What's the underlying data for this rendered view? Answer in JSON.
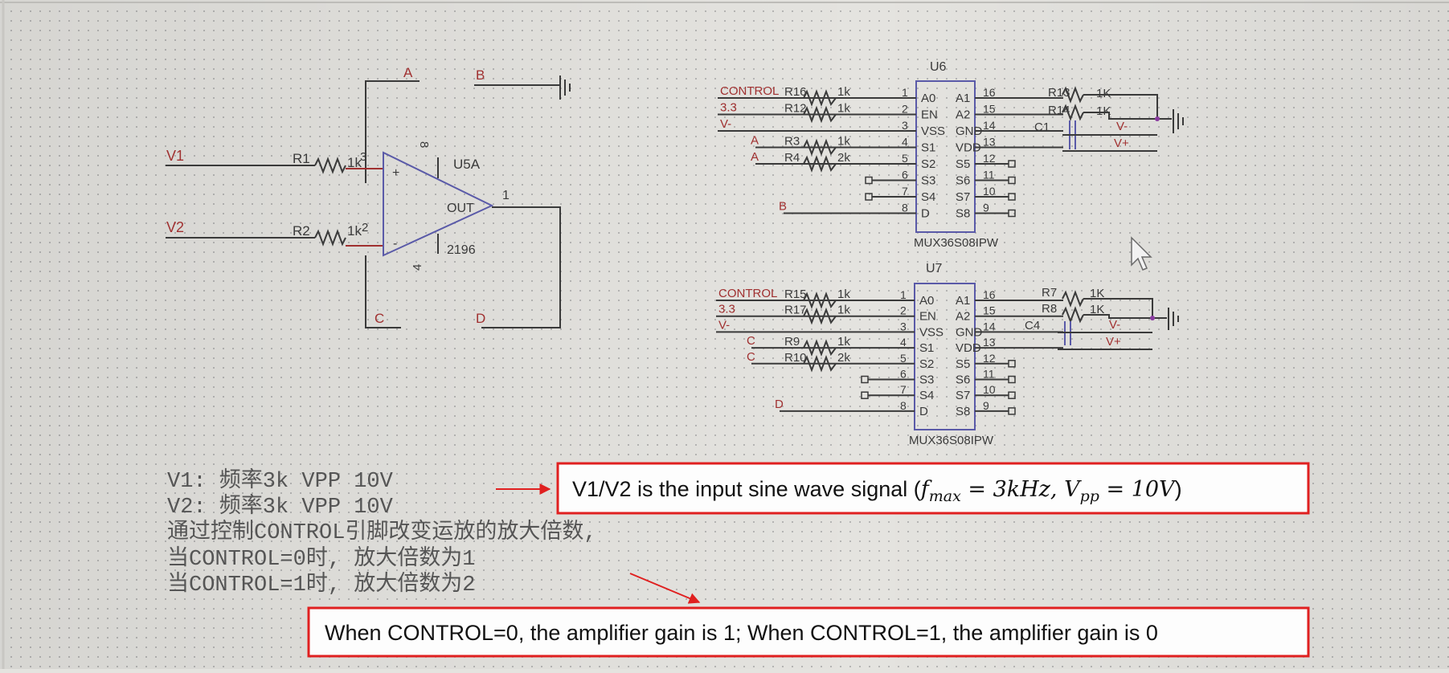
{
  "opamp": {
    "nets": {
      "a": "A",
      "b": "B",
      "c": "C",
      "d": "D"
    },
    "inputs": {
      "v1": "V1",
      "v2": "V2"
    },
    "r1": {
      "ref": "R1",
      "value": "1k",
      "pin": "3"
    },
    "r2": {
      "ref": "R2",
      "value": "1k",
      "pin": "2"
    },
    "ref": "U5A",
    "out_label": "OUT",
    "out_pin": "1",
    "plus": "+",
    "minus": "-",
    "pin_top": "8",
    "pin_bottom": "4",
    "part": "2196"
  },
  "mux_u6": {
    "ref": "U6",
    "part": "MUX36S08IPW",
    "left_pin_names": [
      "A0",
      "EN",
      "VSS",
      "S1",
      "S2",
      "S3",
      "S4",
      "D"
    ],
    "left_pin_nums": [
      "1",
      "2",
      "3",
      "4",
      "5",
      "6",
      "7",
      "8"
    ],
    "right_pin_names": [
      "A1",
      "A2",
      "GND",
      "VDD",
      "S5",
      "S6",
      "S7",
      "S8"
    ],
    "right_pin_nums": [
      "16",
      "15",
      "14",
      "13",
      "12",
      "11",
      "10",
      "9"
    ],
    "nets_left": [
      "CONTROL",
      "3.3",
      "V-",
      "A",
      "A",
      "",
      "",
      "B"
    ],
    "res_left": [
      {
        "ref": "R16",
        "value": "1k"
      },
      {
        "ref": "R12",
        "value": "1k"
      },
      {
        "ref": "R3",
        "value": "1k"
      },
      {
        "ref": "R4",
        "value": "2k"
      }
    ],
    "res_right": [
      {
        "ref": "R13",
        "value": "1K"
      },
      {
        "ref": "R14",
        "value": "1K"
      }
    ],
    "cap": "C1",
    "nets_right": [
      "V-",
      "V+"
    ]
  },
  "mux_u7": {
    "ref": "U7",
    "part": "MUX36S08IPW",
    "left_pin_names": [
      "A0",
      "EN",
      "VSS",
      "S1",
      "S2",
      "S3",
      "S4",
      "D"
    ],
    "left_pin_nums": [
      "1",
      "2",
      "3",
      "4",
      "5",
      "6",
      "7",
      "8"
    ],
    "right_pin_names": [
      "A1",
      "A2",
      "GND",
      "VDD",
      "S5",
      "S6",
      "S7",
      "S8"
    ],
    "right_pin_nums": [
      "16",
      "15",
      "14",
      "13",
      "12",
      "11",
      "10",
      "9"
    ],
    "nets_left": [
      "CONTROL",
      "3.3",
      "V-",
      "C",
      "C",
      "",
      "",
      "D"
    ],
    "res_left": [
      {
        "ref": "R15",
        "value": "1k"
      },
      {
        "ref": "R17",
        "value": "1k"
      },
      {
        "ref": "R9",
        "value": "1k"
      },
      {
        "ref": "R10",
        "value": "2k"
      }
    ],
    "res_right": [
      {
        "ref": "R7",
        "value": "1K"
      },
      {
        "ref": "R8",
        "value": "1K"
      }
    ],
    "cap": "C4",
    "nets_right": [
      "V-",
      "V+"
    ]
  },
  "notes": [
    "V1: 频率3k VPP 10V",
    "V2: 频率3k VPP 10V",
    "通过控制CONTROL引脚改变运放的放大倍数,",
    "当CONTROL=0时, 放大倍数为1",
    "当CONTROL=1时, 放大倍数为2"
  ],
  "annotation_top": {
    "prefix": "V1/V2 is the input sine wave signal (",
    "f": "f",
    "f_sub": "max",
    "f_val": " = 3kHz, ",
    "v": "V",
    "v_sub": "pp",
    "v_val": " = 10V",
    "suffix": ")"
  },
  "annotation_bottom": "When CONTROL=0, the amplifier gain is 1; When CONTROL=1, the amplifier gain is 0",
  "colors": {
    "paper": "#e4e3df",
    "dot": "#a6a6a6",
    "wire": "#3a3a3a",
    "net_red": "#a03030",
    "chip_blue": "#5a5aa8",
    "text": "#3a3a3a",
    "note_text": "#555555",
    "box_red": "#e02020"
  }
}
